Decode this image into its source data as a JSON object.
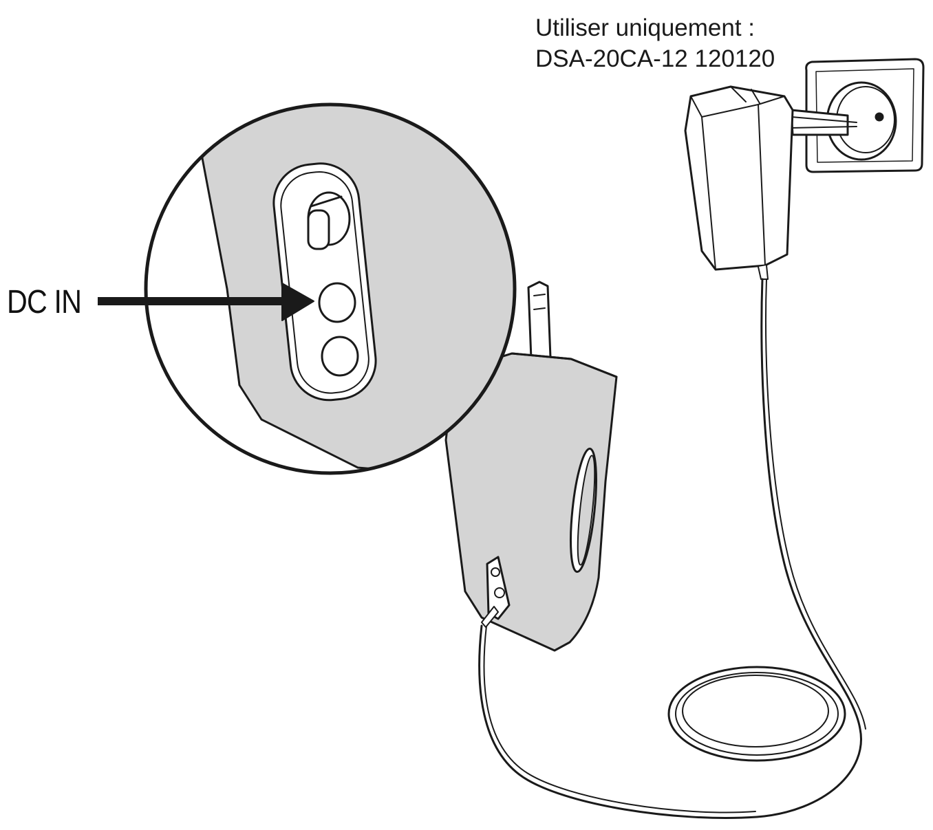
{
  "caption": {
    "line1": "Utiliser uniquement :",
    "line2": "DSA-20CA-12 120120"
  },
  "callout": {
    "label": "DC IN"
  },
  "colors": {
    "device_fill": "#d4d4d4",
    "outline": "#1a1a1a",
    "background": "#ffffff"
  },
  "icons": [
    "device-housing",
    "antenna",
    "power-adapter",
    "wall-socket",
    "cable",
    "zoom-circle",
    "arrow"
  ]
}
